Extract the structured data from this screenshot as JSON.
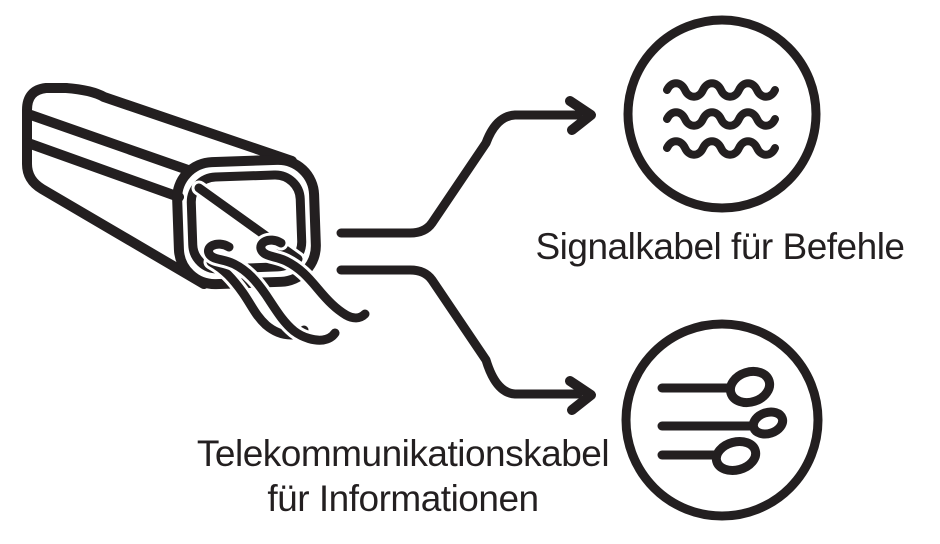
{
  "figure": {
    "type": "diagram",
    "background": "#ffffff",
    "stroke_color": "#231f20",
    "conduit": {
      "name": "cable-duct",
      "description_semantic": "rectangular cable conduit with cables emerging",
      "cable_count": 3
    },
    "branches": [
      {
        "id": "signal",
        "icon": "signal-waves-icon",
        "label": "Signalkabel für Befehle"
      },
      {
        "id": "telecom",
        "icon": "telecom-cables-icon",
        "label_line1": "Telekommunikationskabel",
        "label_line2": "für Informationen"
      }
    ]
  }
}
